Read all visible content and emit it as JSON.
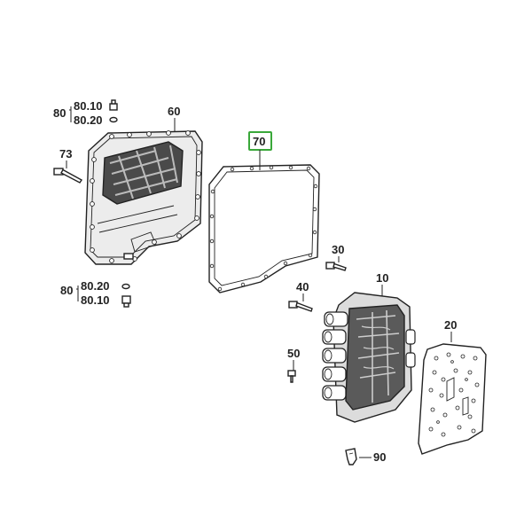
{
  "labels": {
    "group_top": "80",
    "sub_top_1": "80.10",
    "sub_top_2": "80.20",
    "pan": "60",
    "bolt_left": "73",
    "group_bottom": "80",
    "sub_bottom_1": "80.20",
    "sub_bottom_2": "80.10",
    "gasket": "70",
    "bolt_30": "30",
    "bolt_40": "40",
    "valve_body": "10",
    "bolt_50": "50",
    "plate": "20",
    "clip": "90"
  },
  "highlight": {
    "part": "70",
    "color": "#3aa83a"
  }
}
